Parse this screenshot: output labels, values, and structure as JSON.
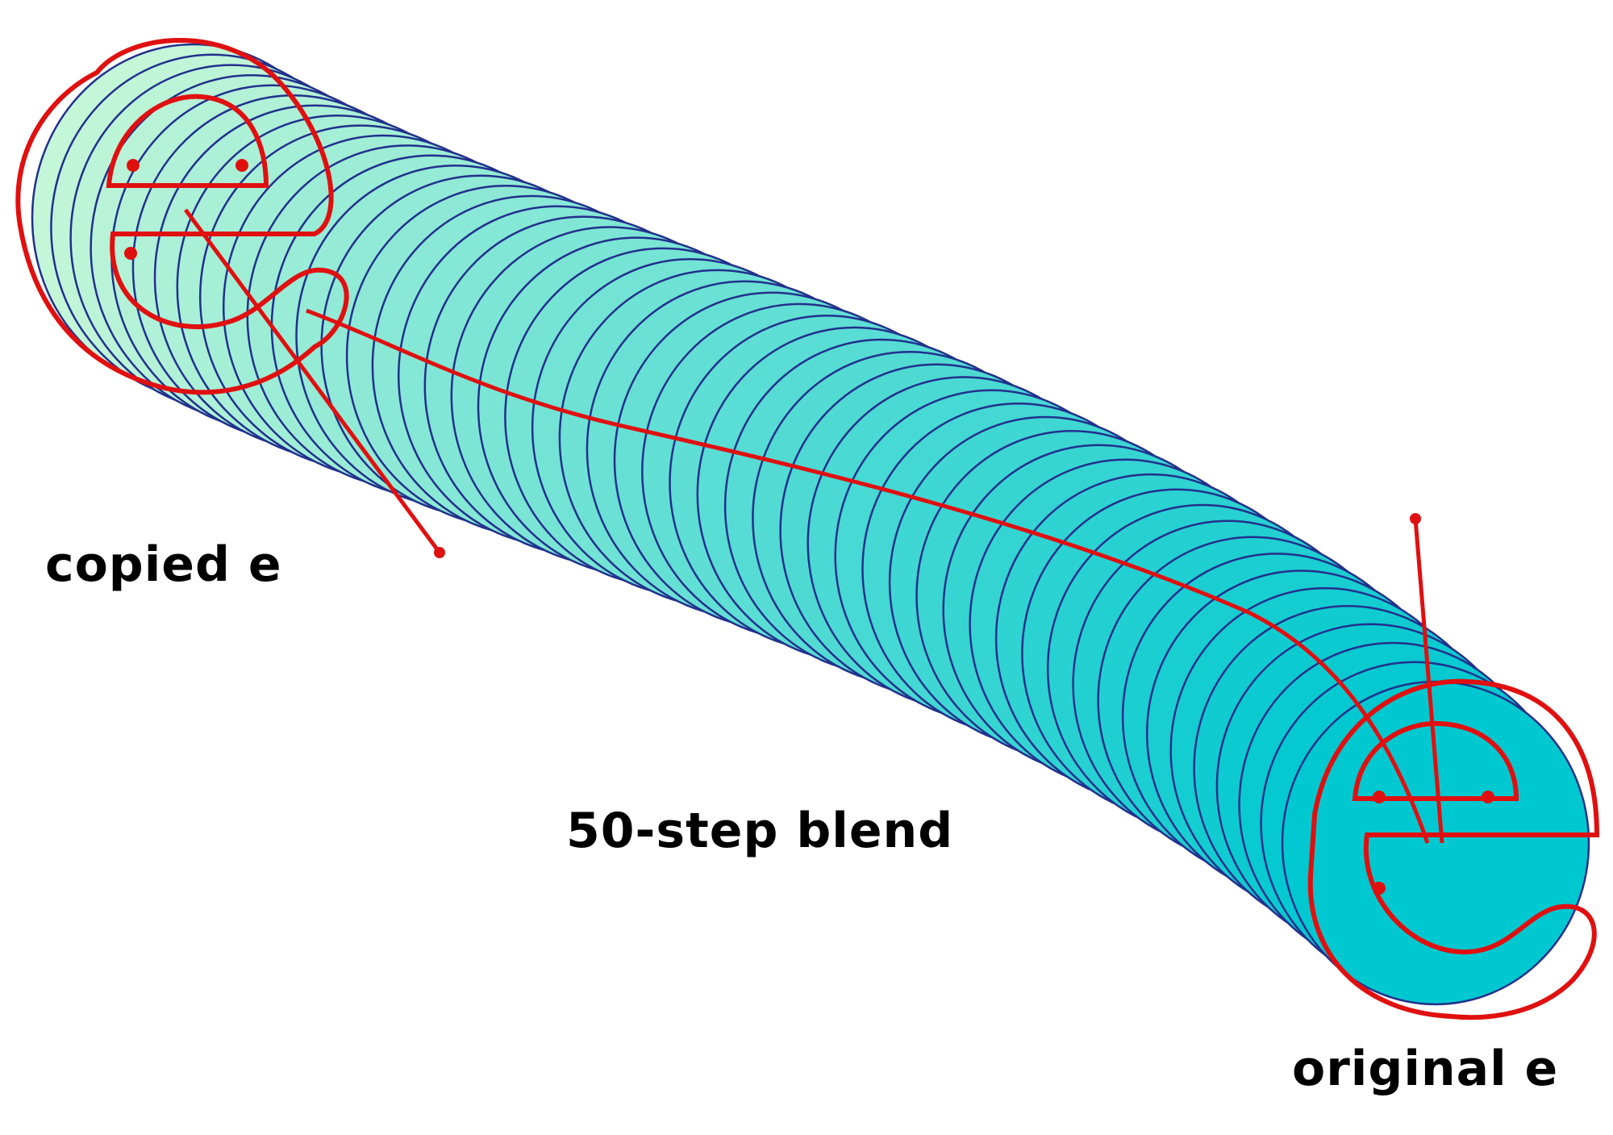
{
  "labels": {
    "copied": "copied e",
    "blend": "50-step blend",
    "original": "original e"
  },
  "blend": {
    "steps": 50
  },
  "colors": {
    "start_fill": "#c4f6d8",
    "end_fill": "#00c8d0",
    "step_stroke": "#22308c",
    "path_red": "#e01010",
    "path_outline": "#7a1010",
    "label_text": "#000000"
  }
}
